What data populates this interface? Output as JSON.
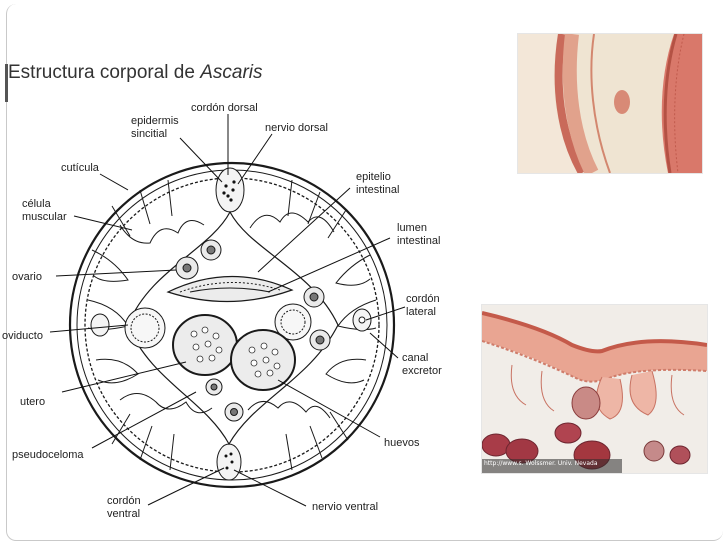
{
  "slide": {
    "title_prefix": "Estructura corporal de ",
    "title_italic": "Ascaris"
  },
  "labels": {
    "cordon_dorsal": "cordón dorsal",
    "epidermis_1": "epidermis",
    "epidermis_2": "sincitial",
    "nervio_dorsal": "nervio dorsal",
    "cuticula": "cutícula",
    "epitelio_1": "epitelio",
    "epitelio_2": "intestinal",
    "celula_1": "célula",
    "celula_2": "muscular",
    "lumen_1": "lumen",
    "lumen_2": "intestinal",
    "ovario": "ovario",
    "cordon_lateral_1": "cordón",
    "cordon_lateral_2": "lateral",
    "oviducto": "oviducto",
    "canal_1": "canal",
    "canal_2": "excretor",
    "utero": "utero",
    "huevos": "huevos",
    "pseudoceloma": "pseudoceloma",
    "cordon_ventral_1": "cordón",
    "cordon_ventral_2": "ventral",
    "nervio_ventral": "nervio ventral"
  },
  "photos": {
    "bottom_caption": "http://www.s. Wolssmer. Univ. Nevada"
  }
}
